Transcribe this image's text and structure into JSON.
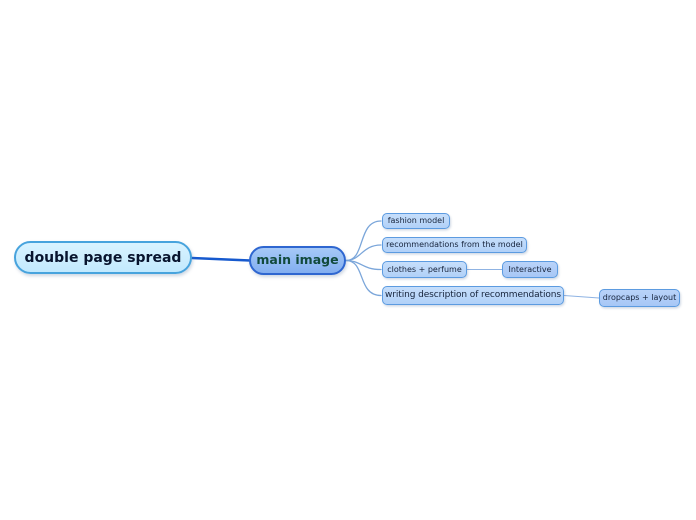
{
  "mindmap": {
    "root": {
      "label": "double page spread"
    },
    "main": {
      "label": "main image"
    },
    "branches": [
      {
        "label": "fashion model"
      },
      {
        "label": "recommendations from the model"
      },
      {
        "label": "clothes + perfume",
        "child": {
          "label": "Interactive"
        }
      },
      {
        "label": "writing description of recommendations",
        "child": {
          "label": "dropcaps + layout"
        }
      }
    ]
  },
  "colors": {
    "canvas": "#ffffff",
    "root-fill-top": "#d9f3ff",
    "root-fill-bottom": "#c2e9fe",
    "root-border": "#47a3dd",
    "root-text": "#08142e",
    "main-fill-top": "#a6c9f7",
    "main-fill-bottom": "#82aef0",
    "main-border": "#2e66d0",
    "main-text": "#114a3c",
    "child-fill-top": "#c6defb",
    "child-fill-bottom": "#b1d1f8",
    "grand-fill-top": "#b9d3f9",
    "grand-fill-bottom": "#a7c7f6",
    "child-border": "#5c9be0",
    "child-text": "#16233b",
    "trunk": "#1659ce",
    "branch": "#7ba6da",
    "twig": "#8fb3e3"
  }
}
